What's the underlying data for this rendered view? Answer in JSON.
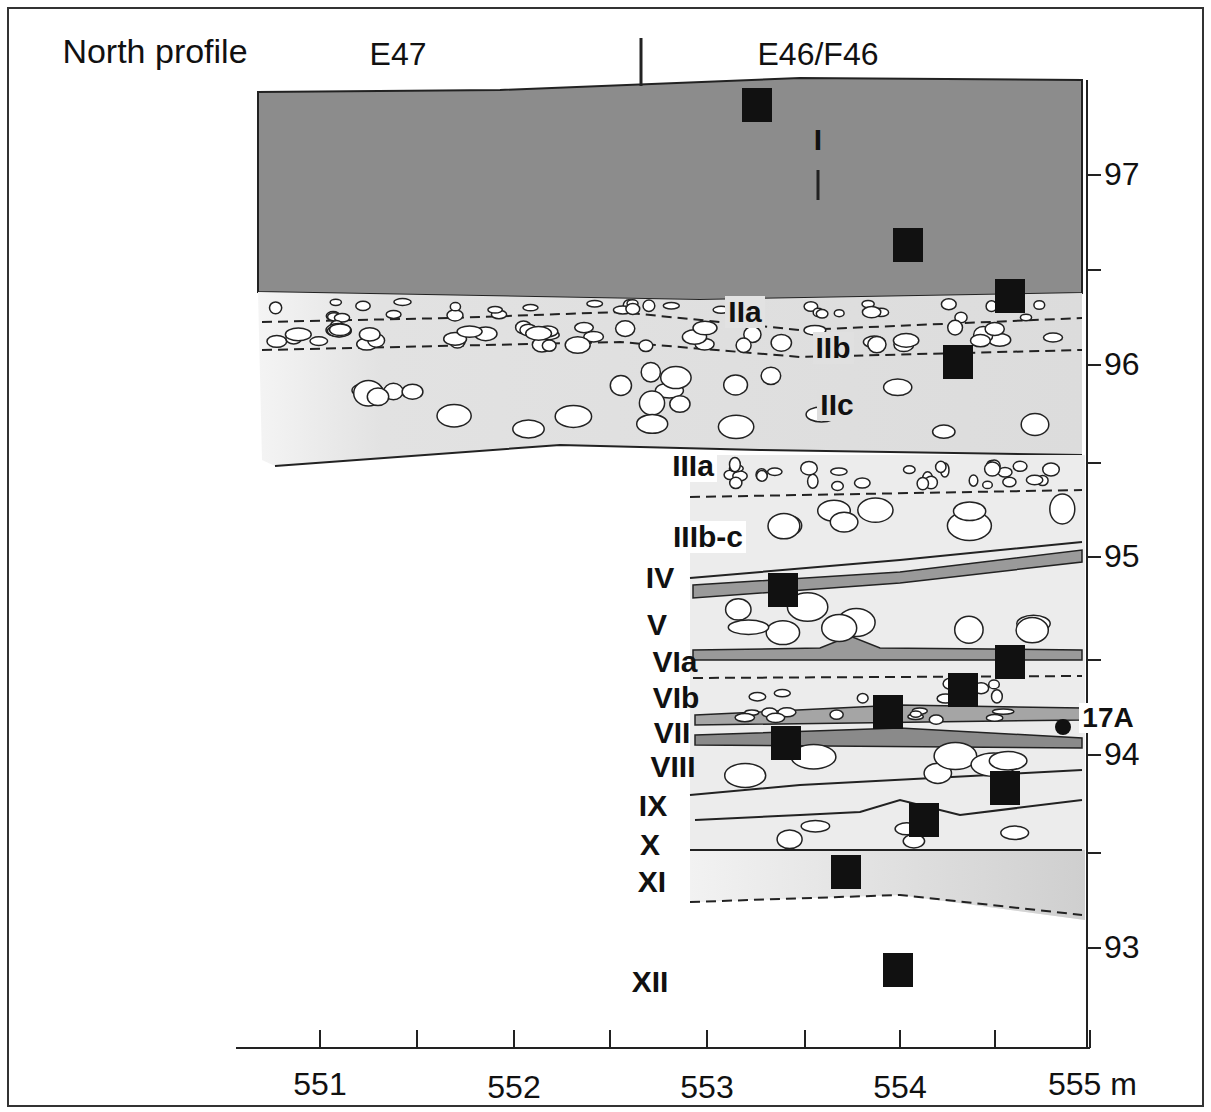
{
  "diagram": {
    "labels": [
      "North profile",
      "E47",
      "E46/F46",
      "I",
      "IIa",
      "IIb",
      "IIc",
      "IIIa",
      "IIIb-c",
      "IV",
      "V",
      "VIa",
      "VIb",
      "VII",
      "VIII",
      "IX",
      "X",
      "XI",
      "XII",
      "17A",
      "97",
      "96",
      "95",
      "94",
      "93",
      "551",
      "552",
      "553",
      "554",
      "555 m"
    ]
  }
}
